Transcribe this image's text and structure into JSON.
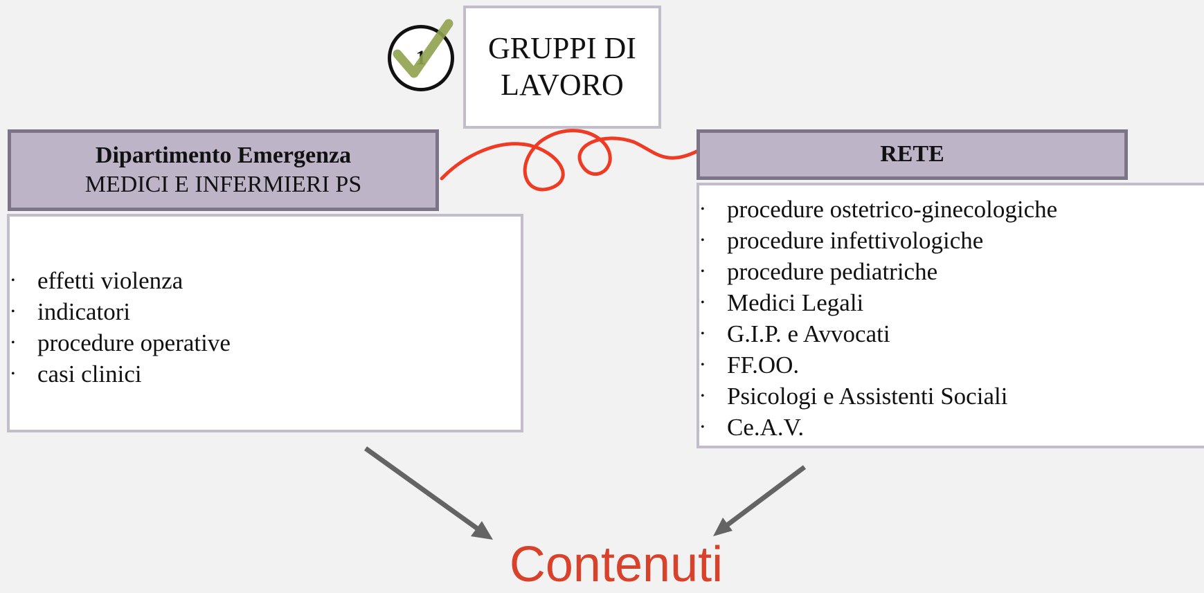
{
  "step": {
    "number": "1"
  },
  "title": {
    "line1": "GRUPPI DI",
    "line2": "LAVORO"
  },
  "left_panel": {
    "header_bold": "Dipartimento Emergenza",
    "header_sub": "MEDICI E INFERMIERI PS",
    "items": [
      "effetti violenza",
      "indicatori",
      "procedure operative",
      "casi clinici"
    ]
  },
  "right_panel": {
    "header": "RETE",
    "items": [
      "procedure ostetrico-ginecologiche",
      "procedure infettivologiche",
      "procedure pediatriche",
      "Medici Legali",
      "G.I.P. e Avvocati",
      "FF.OO.",
      "Psicologi e Assistenti Sociali",
      "Ce.A.V."
    ]
  },
  "footer": {
    "label": "Contenuti"
  },
  "colors": {
    "background": "#f2f2f2",
    "header_fill": "#bdb4c8",
    "header_border": "#7c7487",
    "box_border": "#c3bccb",
    "connector": "#ef3b24",
    "arrow": "#646464",
    "footer_text": "#d9412b",
    "check": "#8fa24e"
  },
  "icons": {
    "badge": "checkmark-icon",
    "arrows": "arrow-icon"
  }
}
